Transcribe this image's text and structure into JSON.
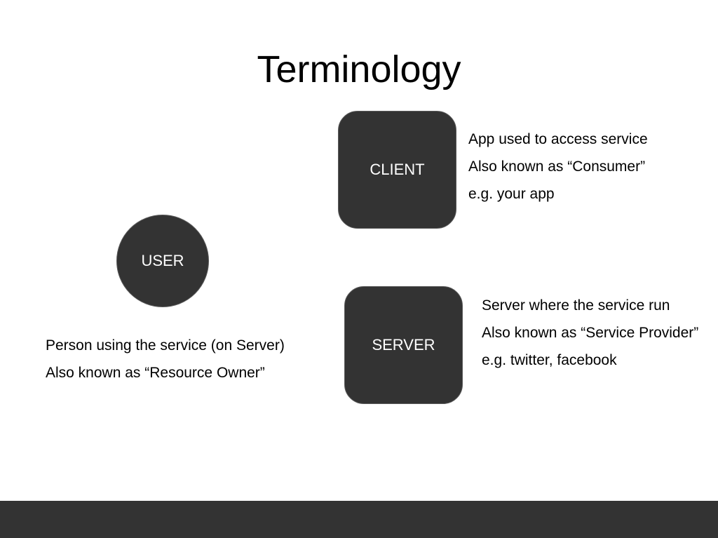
{
  "slide": {
    "title": "Terminology"
  },
  "client": {
    "label": "CLIENT",
    "lines": [
      "App used to access service",
      "Also known as “Consumer”",
      "e.g. your app"
    ]
  },
  "user": {
    "label": "USER",
    "lines": [
      "Person using the service (on Server)",
      "Also known as “Resource Owner”"
    ]
  },
  "server": {
    "label": "SERVER",
    "lines": [
      "Server where the service run",
      "Also known as “Service Provider”",
      "e.g. twitter, facebook"
    ]
  },
  "colors": {
    "box_fill": "#333333",
    "box_text": "#ffffff",
    "footer": "#333333"
  }
}
